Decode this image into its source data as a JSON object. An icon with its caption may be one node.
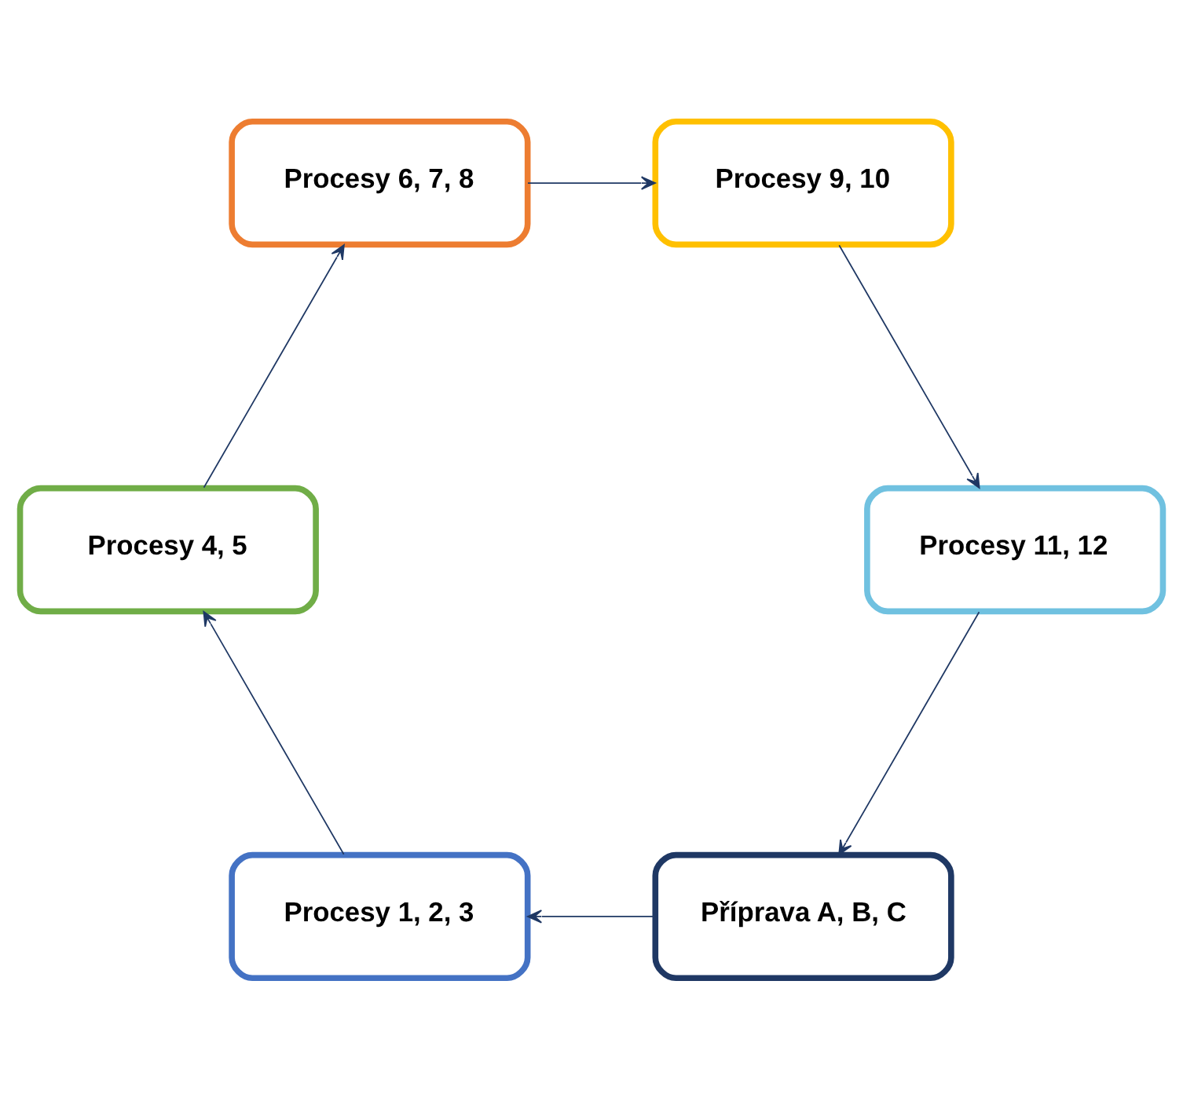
{
  "diagram": {
    "nodes": [
      {
        "text": [
          "Příprava A, B, C"
        ]
      },
      {
        "text": [
          "Procesy 1, 2, 3"
        ]
      },
      {
        "text": [
          "Procesy 4, 5"
        ]
      },
      {
        "text": [
          "Procesy 6, 7, 8"
        ]
      },
      {
        "text": [
          "Procesy 9, 10"
        ]
      },
      {
        "text": [
          "Procesy 11, 12"
        ]
      }
    ],
    "edges": [
      {
        "from": 0,
        "to": 1,
        "arrow": "to"
      },
      {
        "from": 1,
        "to": 2,
        "arrow": "to"
      },
      {
        "from": 2,
        "to": 3,
        "arrow": "to"
      },
      {
        "from": 3,
        "to": 4,
        "arrow": "to"
      },
      {
        "from": 4,
        "to": 5,
        "arrow": "to"
      },
      {
        "from": 5,
        "to": 0,
        "arrow": "to"
      }
    ]
  }
}
